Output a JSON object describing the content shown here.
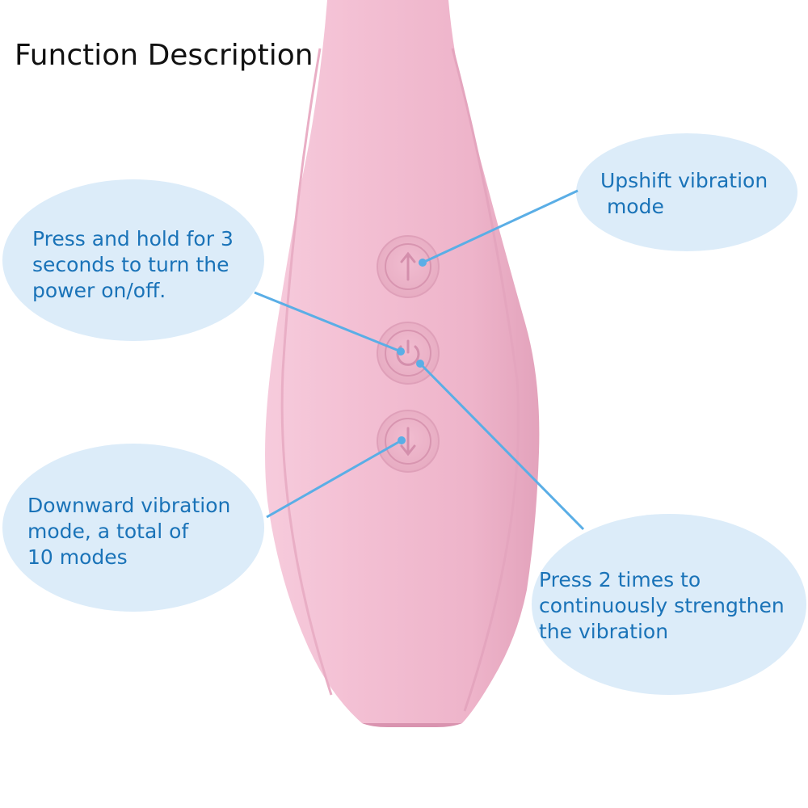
{
  "title": "Function Description",
  "colors": {
    "bubble_fill": "#dcecf9",
    "text": "#1a73b8",
    "leader_line": "#5aaee6",
    "device_body": "#f1b9cf",
    "title": "#111111"
  },
  "buttons": [
    {
      "icon": "arrow-up-icon"
    },
    {
      "icon": "power-icon"
    },
    {
      "icon": "arrow-down-icon"
    }
  ],
  "callouts": {
    "upshift": "Upshift vibration\n mode",
    "power": "Press and hold for 3\nseconds to turn the\npower on/off.",
    "downward": "Downward vibration\nmode, a total of\n10 modes",
    "press_twice": "Press 2 times to\ncontinuously strengthen\nthe vibration"
  }
}
